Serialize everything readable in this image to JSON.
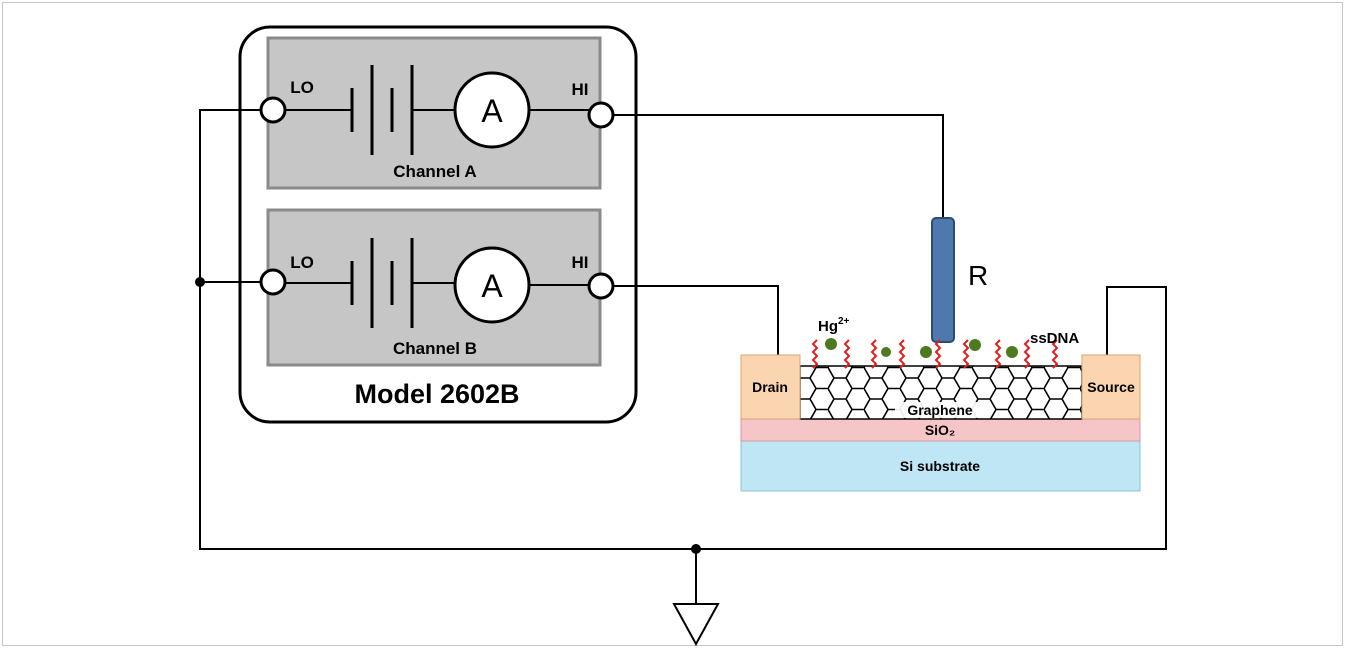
{
  "instrument": {
    "model": "Model 2602B",
    "channels": [
      {
        "name": "Channel A",
        "lo": "LO",
        "hi": "HI",
        "meter": "A"
      },
      {
        "name": "Channel B",
        "lo": "LO",
        "hi": "HI",
        "meter": "A"
      }
    ]
  },
  "resistor": {
    "label": "R"
  },
  "device": {
    "drain": "Drain",
    "source": "Source",
    "graphene": "Graphene",
    "oxide": "SiO₂",
    "substrate": "Si substrate",
    "ion_label": "Hg",
    "ion_charge": "2+",
    "probe_label": "ssDNA"
  },
  "colors": {
    "instrument_fill": "#c6c6c6",
    "resistor": "#4f79ad",
    "contact": "#fad5b0",
    "oxide": "#f5c5c8",
    "substrate": "#bfe6f4",
    "dna": "#e02020",
    "ion": "#4d7a1e"
  }
}
